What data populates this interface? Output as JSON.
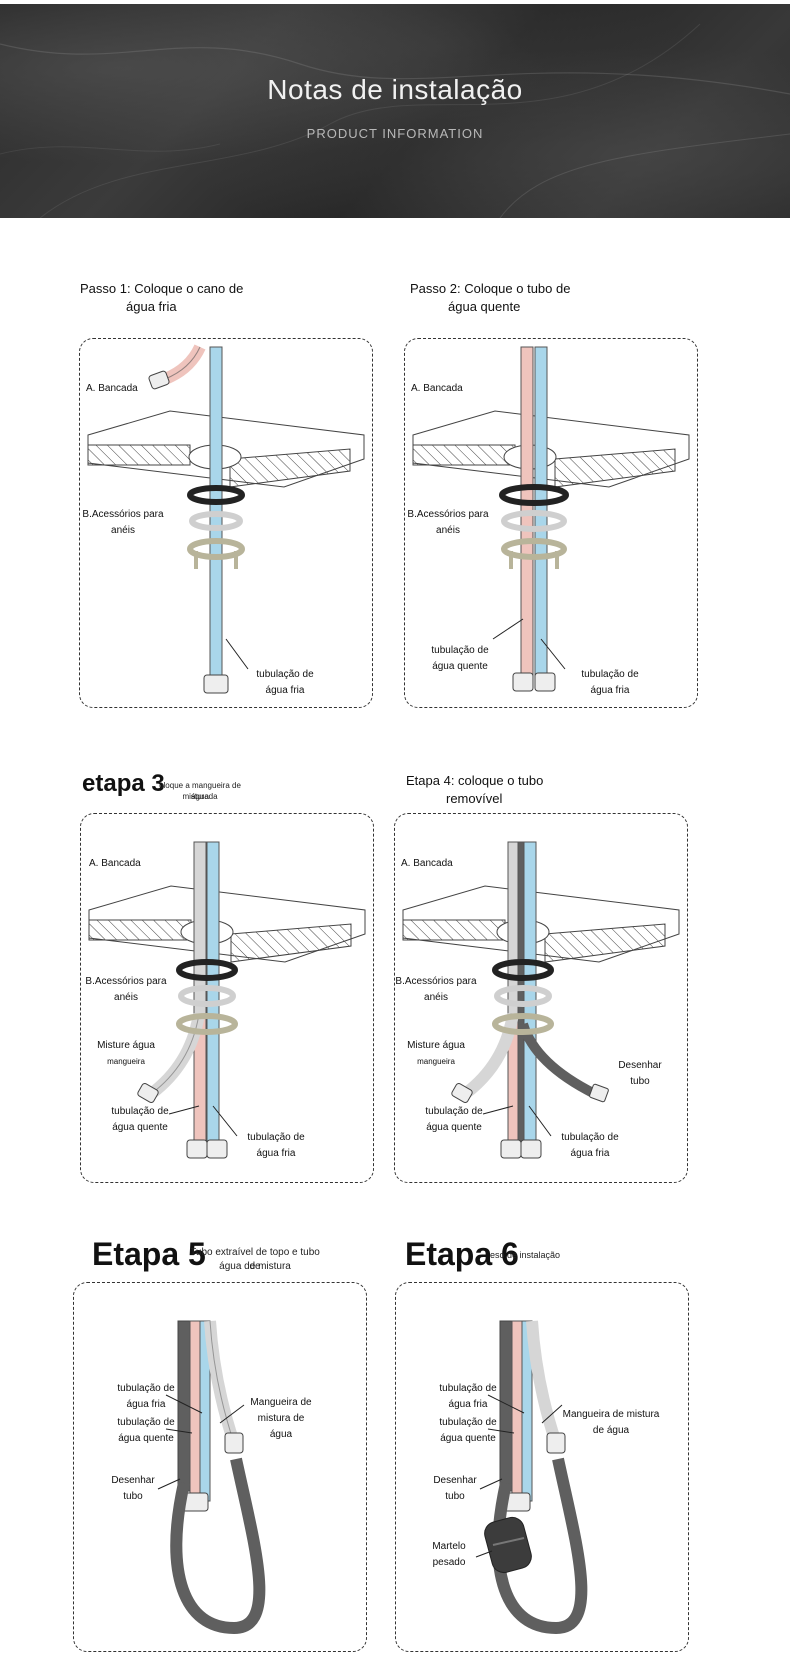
{
  "header": {
    "title": "Notas de instalação",
    "subtitle": "PRODUCT INFORMATION"
  },
  "steps": [
    {
      "title_line1": "Passo 1: Coloque o cano de",
      "title_line2": "água fria",
      "labels": {
        "countertop": "A. Bancada",
        "ring_line1": "B.Acessórios para",
        "ring_line2": "anéis",
        "cold_line1": "tubulação de",
        "cold_line2": "água fria"
      }
    },
    {
      "title_line1": "Passo 2: Coloque o tubo de",
      "title_line2": "água quente",
      "labels": {
        "countertop": "A. Bancada",
        "ring_line1": "B.Acessórios para",
        "ring_line2": "anéis",
        "hot_line1": "tubulação de",
        "hot_line2": "água quente",
        "cold_line1": "tubulação de",
        "cold_line2": "água fria"
      }
    },
    {
      "big": "etapa 3",
      "small_line1": "oloque a mangueira de água",
      "small_line2": "misturada",
      "labels": {
        "countertop": "A. Bancada",
        "ring_line1": "B.Acessórios para",
        "ring_line2": "anéis",
        "mix_line1": "Misture água",
        "mix_line2": "mangueira",
        "hot_line1": "tubulação de",
        "hot_line2": "água quente",
        "cold_line1": "tubulação de",
        "cold_line2": "água fria"
      }
    },
    {
      "title_line1": "Etapa 4: coloque o tubo",
      "title_line2": "removível",
      "labels": {
        "countertop": "A. Bancada",
        "ring_line1": "B.Acessórios para",
        "ring_line2": "anéis",
        "mix_line1": "Misture água",
        "mix_line2": "mangueira",
        "pull_line1": "Desenhar",
        "pull_line2": "tubo",
        "hot_line1": "tubulação de",
        "hot_line2": "água quente",
        "cold_line1": "tubulação de",
        "cold_line2": "água fria"
      }
    },
    {
      "big": "Etapa 5",
      "small_line1": "Tubo extraível de topo e tubo de",
      "small_line2": "água de mistura",
      "labels": {
        "cold_line1": "tubulação de",
        "cold_line2": "água fria",
        "hot_line1": "tubulação de",
        "hot_line2": "água quente",
        "pull_line1": "Desenhar",
        "pull_line2": "tubo",
        "mixhose_line1": "Mangueira de",
        "mixhose_line2": "mistura de",
        "mixhose_line3": "água"
      }
    },
    {
      "big": "Etapa 6",
      "small_line1": "eso de instalação",
      "labels": {
        "cold_line1": "tubulação de",
        "cold_line2": "água fria",
        "hot_line1": "tubulação de",
        "hot_line2": "água quente",
        "pull_line1": "Desenhar",
        "pull_line2": "tubo",
        "weight_line1": "Martelo",
        "weight_line2": "pesado",
        "mixhose_line1": "Mangueira de mistura",
        "mixhose_line2": "de água"
      }
    }
  ],
  "colors": {
    "cold_pipe": "#a9d6ea",
    "hot_pipe": "#efc4bd",
    "mix_pipe": "#d6d6d6",
    "pull_hose": "#5f5f5f",
    "ring_dark": "#222222",
    "ring_light": "#cfcfcf",
    "bracket": "#b8b49a"
  }
}
